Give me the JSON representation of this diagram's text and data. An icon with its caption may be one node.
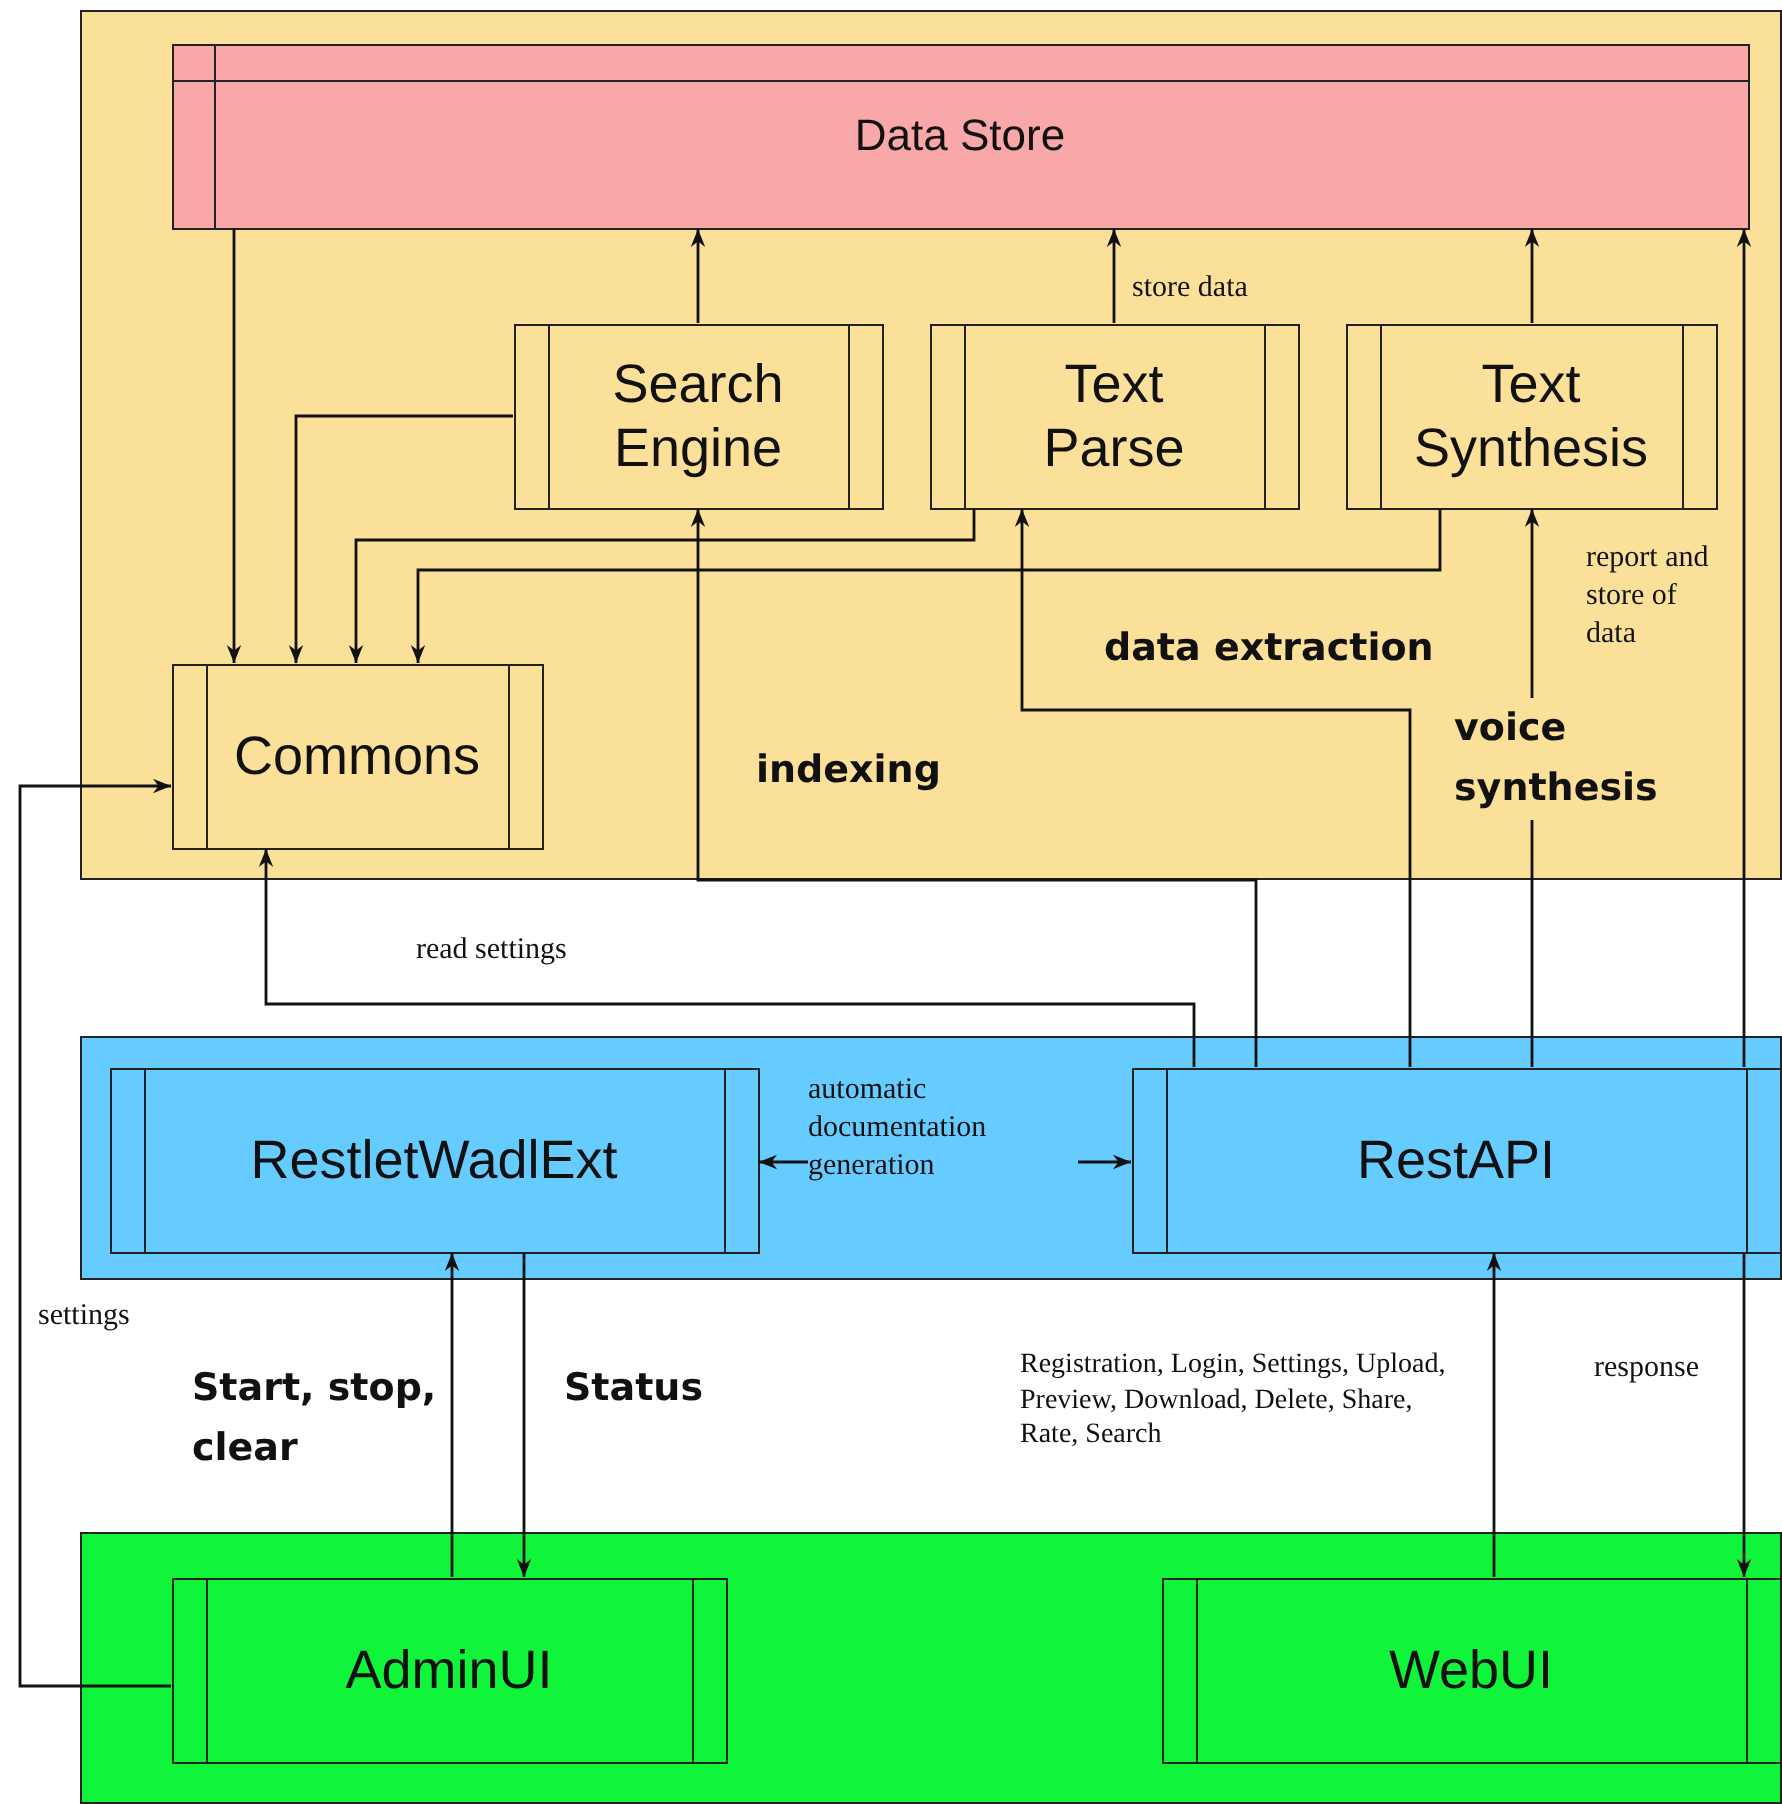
{
  "diagram": {
    "nodes": [
      {
        "text": [],
        "shape": "box"
      },
      {
        "text": [
          "Data Store"
        ],
        "in": 0
      },
      {
        "text": [
          "Search Engine"
        ],
        "in": 0
      },
      {
        "text": [
          "Text Parse"
        ],
        "in": 0
      },
      {
        "text": [
          "Text Synthesis"
        ],
        "in": 0
      },
      {
        "text": [
          "Commons"
        ],
        "in": 0
      },
      {
        "text": [],
        "shape": "box"
      },
      {
        "text": [
          "RestletWadlExt"
        ],
        "in": 6
      },
      {
        "text": [
          "RestAPI"
        ],
        "in": 6
      },
      {
        "text": [],
        "shape": "box"
      },
      {
        "text": [
          "AdminUI"
        ],
        "in": 9
      },
      {
        "text": [
          "WebUI"
        ],
        "in": 9
      }
    ],
    "edges": [
      {
        "from": 1,
        "to": 5,
        "arrow": "to"
      },
      {
        "from": 2,
        "to": 1,
        "arrow": "to"
      },
      {
        "from": 3,
        "to": 1,
        "arrow": "to",
        "label": "store data"
      },
      {
        "from": 4,
        "to": 1,
        "arrow": "to"
      },
      {
        "from": 2,
        "to": 5,
        "arrow": "to"
      },
      {
        "from": 3,
        "to": 5,
        "arrow": "to"
      },
      {
        "from": 4,
        "to": 5,
        "arrow": "to"
      },
      {
        "from": 8,
        "to": 2,
        "arrow": "to",
        "label": "indexing"
      },
      {
        "from": 8,
        "to": 3,
        "arrow": "to",
        "label": "data extraction"
      },
      {
        "from": 8,
        "to": 4,
        "arrow": "to",
        "label": "voice synthesis"
      },
      {
        "from": 8,
        "to": 1,
        "arrow": "to",
        "label": "report and store of data"
      },
      {
        "from": 8,
        "to": 5,
        "arrow": "to",
        "label": "read settings"
      },
      {
        "from": 7,
        "to": 8,
        "arrow": "both",
        "label": "automatic documentation generation"
      },
      {
        "from": 10,
        "to": 7,
        "arrow": "to",
        "label": "Start, stop, clear"
      },
      {
        "from": 7,
        "to": 10,
        "arrow": "to",
        "label": "Status"
      },
      {
        "from": 11,
        "to": 8,
        "arrow": "to",
        "label": "Registration, Login, Settings, Upload, Preview, Download, Delete, Share, Rate, Search"
      },
      {
        "from": 8,
        "to": 11,
        "arrow": "to",
        "label": "response"
      },
      {
        "from": 10,
        "to": 5,
        "arrow": "to",
        "label": "settings"
      }
    ]
  }
}
